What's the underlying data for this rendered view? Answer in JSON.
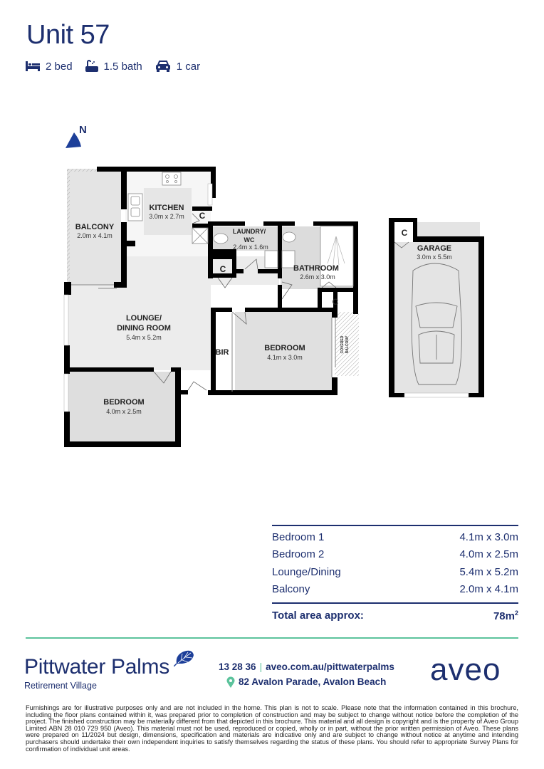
{
  "header": {
    "title": "Unit 57",
    "features": [
      {
        "icon": "bed-icon",
        "label": "2 bed"
      },
      {
        "icon": "bath-icon",
        "label": "1.5 bath"
      },
      {
        "icon": "car-icon",
        "label": "1 car"
      }
    ]
  },
  "floor_plan": {
    "compass": "N",
    "rooms": [
      {
        "name": "BALCONY",
        "size": "2.0m x 4.1m"
      },
      {
        "name": "KITCHEN",
        "size": "3.0m x 2.7m"
      },
      {
        "name": "LAUNDRY/",
        "name2": "WC",
        "size": "2.4m x 1.6m"
      },
      {
        "name": "BATHROOM",
        "size": "2.6m x 3.0m"
      },
      {
        "name": "LOUNGE/",
        "name2": "DINING ROOM",
        "size": "5.4m x 5.2m"
      },
      {
        "name": "BEDROOM",
        "size": "4.1m x 3.0m"
      },
      {
        "name": "BEDROOM",
        "size": "4.0m x 2.5m"
      },
      {
        "name": "GARAGE",
        "size": "3.0m x 5.5m"
      }
    ],
    "labels": {
      "cupboard": "C",
      "bir": "BIR",
      "covered_balcony_1": "COVERED",
      "covered_balcony_2": "BALCONY"
    }
  },
  "summary": {
    "rows": [
      {
        "label": "Bedroom 1",
        "value": "4.1m x 3.0m"
      },
      {
        "label": "Bedroom 2",
        "value": "4.0m x 2.5m"
      },
      {
        "label": "Lounge/Dining",
        "value": "5.4m x 5.2m"
      },
      {
        "label": "Balcony",
        "value": "2.0m x 4.1m"
      }
    ],
    "total_label": "Total area approx:",
    "total_value": "78m",
    "total_unit_sup": "2"
  },
  "footer": {
    "brand_name": "Pittwater Palms",
    "brand_sub": "Retirement Village",
    "phone": "13 28 36",
    "separator": "|",
    "website": "aveo.com.au/pittwaterpalms",
    "address": "82 Avalon Parade, Avalon Beach",
    "company_logo": "aveo",
    "disclaimer": "Furnishings are for illustrative purposes only and are not included in the home. This plan is not to scale. Please note that the information contained in this brochure, including the floor plans contained within it, was prepared prior to completion of construction and may be subject to change without notice before the completion of the project. The finished construction may be materially different from that depicted in this brochure. This material and all design is copyright and is the property of Aveo Group Limited ABN 28 010 729 950 (Aveo). This material must not be used, reproduced or copied, wholly or in part, without the prior written permission of Aveo. These plans were prepared on 11/2024 but design, dimensions, specification and materials are indicative only and are subject to change without notice at anytime and intending purchasers should undertake their own independent inquiries to satisfy themselves regarding the status of these plans. You should refer to appropriate Survey Plans for confirmation of individual unit areas."
  },
  "colors": {
    "brand_navy": "#1d2f6f",
    "accent_green": "#5cc39c",
    "room_fill": "#e6e6e6",
    "wall": "#000000"
  }
}
